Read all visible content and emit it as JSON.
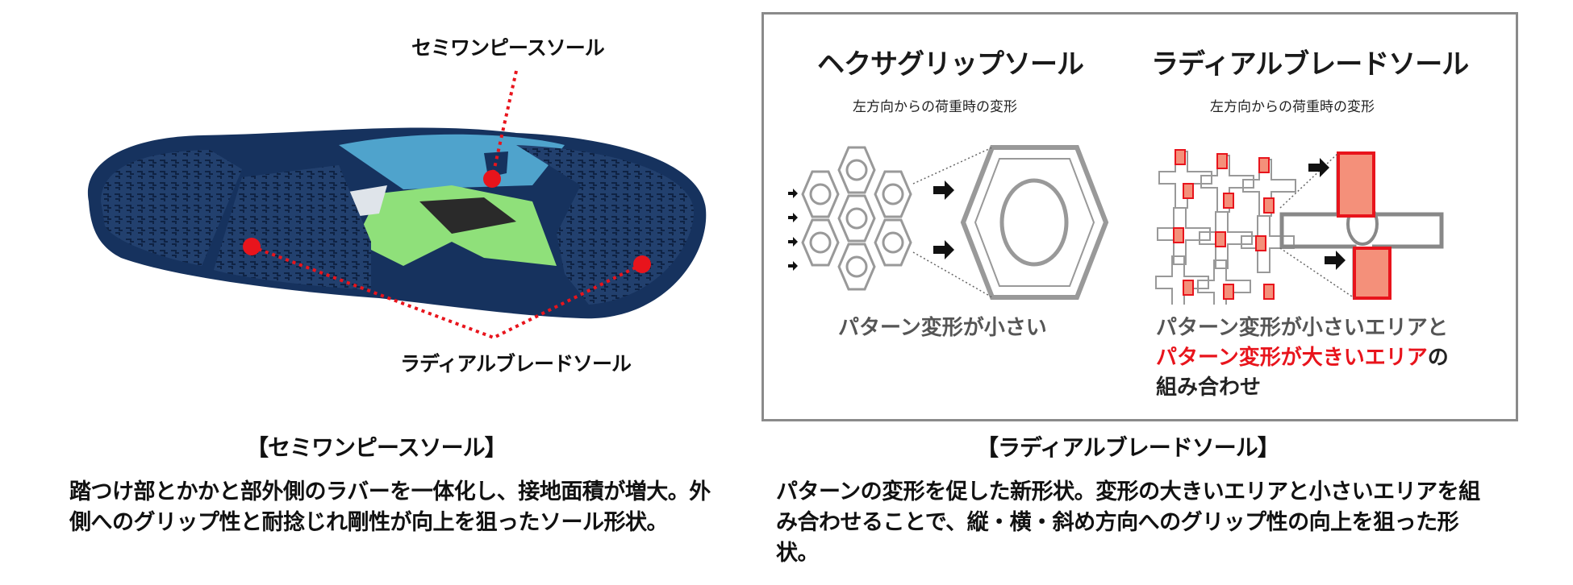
{
  "shoe": {
    "callout_top": "セミワンピースソール",
    "callout_bottom": "ラディアルブレードソール"
  },
  "panel": {
    "left": {
      "title": "ヘクサグリップソール",
      "subtitle": "左方向からの荷重時の変形",
      "caption": "パターン変形が小さい"
    },
    "right": {
      "title": "ラディアルブレードソール",
      "subtitle": "左方向からの荷重時の変形",
      "caption_line1": "パターン変形が小さいエリアと",
      "caption_line2_red": "パターン変形が大きいエリア",
      "caption_line2_suffix": "の",
      "caption_line3": "組み合わせ"
    }
  },
  "sections": {
    "left": {
      "title": "【セミワンピースソール】",
      "body": "踏つけ部とかかと部外側のラバーを一体化し、接地面積が増大。外側へのグリップ性と耐捻じれ剛性が向上を狙ったソール形状。"
    },
    "right": {
      "title": "【ラディアルブレードソール】",
      "body": "パターンの変形を促した新形状。変形の大きいエリアと小さいエリアを組み合わせることで、縦・横・斜め方向へのグリップ性の向上を狙った形状。"
    }
  },
  "colors": {
    "accent_red": "#e8141c",
    "sole_navy": "#1f3d6b",
    "sole_green": "#8fe07a",
    "panel_border": "#8a8a8a"
  }
}
